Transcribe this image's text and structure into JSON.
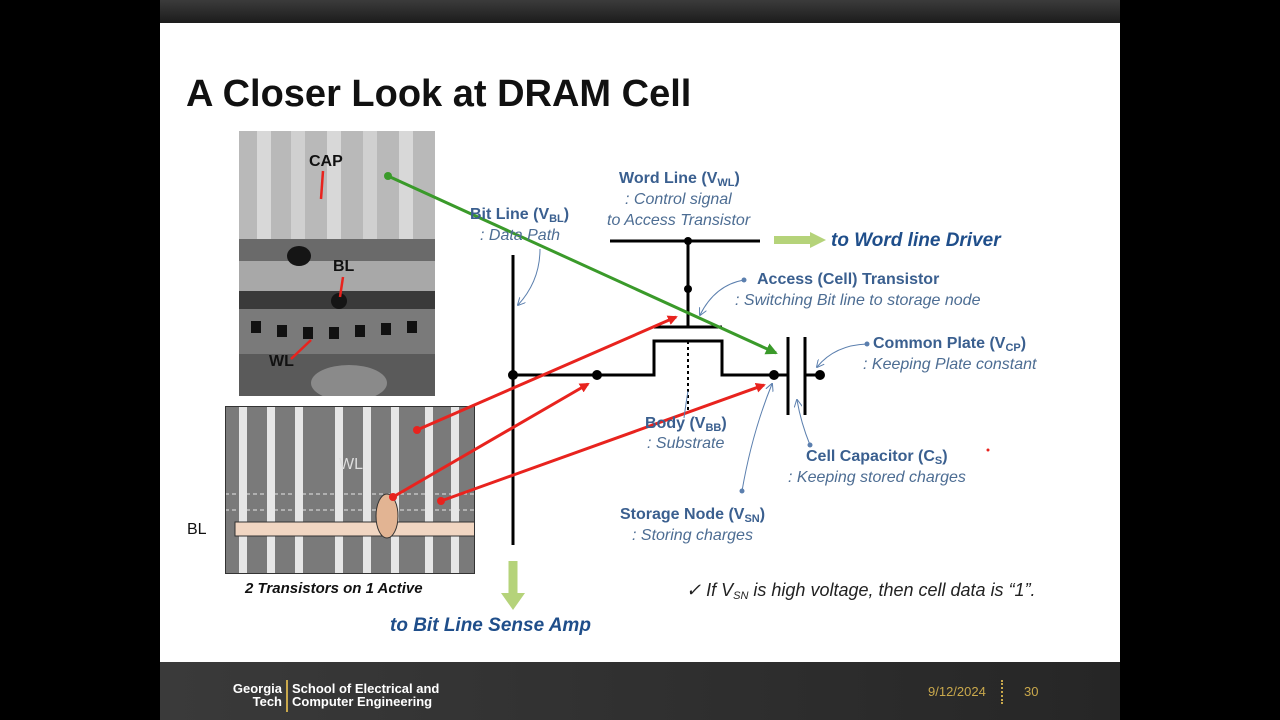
{
  "slide": {
    "title": "A Closer Look at DRAM Cell",
    "photo_labels": {
      "cap": "CAP",
      "bl_top": "BL",
      "wl_top": "WL",
      "wl_bottom": "WL",
      "bl_bottom": "BL",
      "caption": "2 Transistors on 1 Active"
    },
    "word_line": {
      "name": "Word Line (V",
      "sub": "WL",
      "close": ")",
      "desc1": ": Control signal",
      "desc2": "to Access Transistor"
    },
    "word_line_driver": "to Word line Driver",
    "bit_line": {
      "name": "Bit Line (V",
      "sub": "BL",
      "close": ")",
      "desc": ": Data Path"
    },
    "bit_line_sense_amp": "to Bit Line Sense Amp",
    "access_transistor": {
      "name": "Access (Cell) Transistor",
      "desc": ": Switching Bit line to storage node"
    },
    "common_plate": {
      "name": "Common Plate (V",
      "sub": "CP",
      "close": ")",
      "desc": ": Keeping Plate constant"
    },
    "body": {
      "name": "Body (V",
      "sub": "BB",
      "close": ")",
      "desc": ": Substrate"
    },
    "cell_capacitor": {
      "name": "Cell Capacitor (C",
      "sub": "S",
      "close": ")",
      "desc": ": Keeping stored charges"
    },
    "storage_node": {
      "name": "Storage Node (V",
      "sub": "SN",
      "close": ")",
      "desc": ": Storing charges"
    },
    "note": {
      "check": "✓",
      "prefix": "If V",
      "sub": "SN",
      "suffix": " is high voltage, then cell data is “1”."
    }
  },
  "footer": {
    "logo_line1": "Georgia",
    "logo_line2": "Tech",
    "school_line1": "School of Electrical and",
    "school_line2": "Computer Engineering",
    "date": "9/12/2024",
    "page": "30"
  },
  "colors": {
    "red_arrow": "#e8231e",
    "green_arrow": "#3a9a2a",
    "light_green": "#b5d37a",
    "label_blue": "#3a5f8f",
    "footer_gold": "#c9a84c"
  }
}
